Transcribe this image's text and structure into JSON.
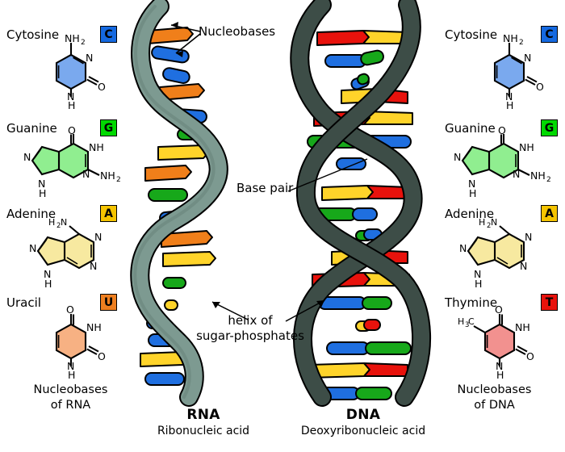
{
  "figure": {
    "title": "RNA and DNA structure comparison",
    "background": "#ffffff"
  },
  "palette": {
    "cytosine": "#7aa9ee",
    "guanine": "#90ee90",
    "adenine": "#f7e9a0",
    "uracil": "#f7b183",
    "thymine": "#f2918f",
    "badge_c_bg": "#1569e0",
    "badge_g_bg": "#00d900",
    "badge_a_bg": "#f5c400",
    "badge_u_bg": "#ef7f1f",
    "badge_t_bg": "#e8120c",
    "rna_backbone": "#7d9a91",
    "rna_backbone_shade": "#6e8a81",
    "dna_backbone": "#3d4d47",
    "dna_backbone_shade": "#33413c",
    "base_orange": "#f07f1a",
    "base_yellow": "#ffd42a",
    "base_blue": "#1f6fe0",
    "base_green": "#17a81a",
    "base_red": "#e8120c",
    "outline": "#000000"
  },
  "left_panel": {
    "caption": "Nucleobases\nof RNA",
    "caption_line1": "Nucleobases",
    "caption_line2": "of RNA",
    "bases": [
      {
        "name": "Cytosine",
        "letter": "C",
        "letter_color": "#000000",
        "badge_bg": "#1569e0",
        "fill": "#7aa9ee",
        "ring": "pyrimidine",
        "labels": [
          "NH2",
          "N",
          "O",
          "H",
          "N"
        ]
      },
      {
        "name": "Guanine",
        "letter": "G",
        "letter_color": "#000000",
        "badge_bg": "#00d900",
        "fill": "#90ee90",
        "ring": "purine",
        "labels": [
          "O",
          "NH",
          "NH2",
          "N",
          "N",
          "H"
        ]
      },
      {
        "name": "Adenine",
        "letter": "A",
        "letter_color": "#000000",
        "badge_bg": "#f5c400",
        "fill": "#f7e9a0",
        "ring": "purine",
        "labels": [
          "H2N",
          "N",
          "N",
          "N",
          "H"
        ]
      },
      {
        "name": "Uracil",
        "letter": "U",
        "letter_color": "#000000",
        "badge_bg": "#ef7f1f",
        "fill": "#f7b183",
        "ring": "pyrimidine",
        "labels": [
          "O",
          "NH",
          "O",
          "N",
          "H"
        ]
      }
    ]
  },
  "right_panel": {
    "caption_line1": "Nucleobases",
    "caption_line2": "of DNA",
    "bases": [
      {
        "name": "Cytosine",
        "letter": "C",
        "letter_color": "#000000",
        "badge_bg": "#1569e0",
        "fill": "#7aa9ee",
        "ring": "pyrimidine",
        "labels": [
          "NH2",
          "N",
          "O",
          "H",
          "N"
        ]
      },
      {
        "name": "Guanine",
        "letter": "G",
        "letter_color": "#000000",
        "badge_bg": "#00d900",
        "fill": "#90ee90",
        "ring": "purine",
        "labels": [
          "O",
          "NH",
          "NH2",
          "N",
          "N",
          "H"
        ]
      },
      {
        "name": "Adenine",
        "letter": "A",
        "letter_color": "#000000",
        "badge_bg": "#f5c400",
        "fill": "#f7e9a0",
        "ring": "purine",
        "labels": [
          "H2N",
          "N",
          "N",
          "N",
          "H"
        ]
      },
      {
        "name": "Thymine",
        "letter": "T",
        "letter_color": "#000000",
        "badge_bg": "#e8120c",
        "fill": "#f2918f",
        "ring": "pyrimidine",
        "labels": [
          "H3C",
          "O",
          "NH",
          "O",
          "N",
          "H"
        ]
      }
    ]
  },
  "rna": {
    "title": "RNA",
    "subtitle": "Ribonucleic acid",
    "strand_type": "single helix",
    "backbone_color": "#7d9a91"
  },
  "dna": {
    "title": "DNA",
    "subtitle": "Deoxyribonucleic acid",
    "strand_type": "double helix",
    "backbone_color": "#3d4d47"
  },
  "annotations": {
    "nucleobases": "Nucleobases",
    "base_pair": "Base pair",
    "helix_line1": "helix of",
    "helix_line2": "sugar-phosphates"
  }
}
